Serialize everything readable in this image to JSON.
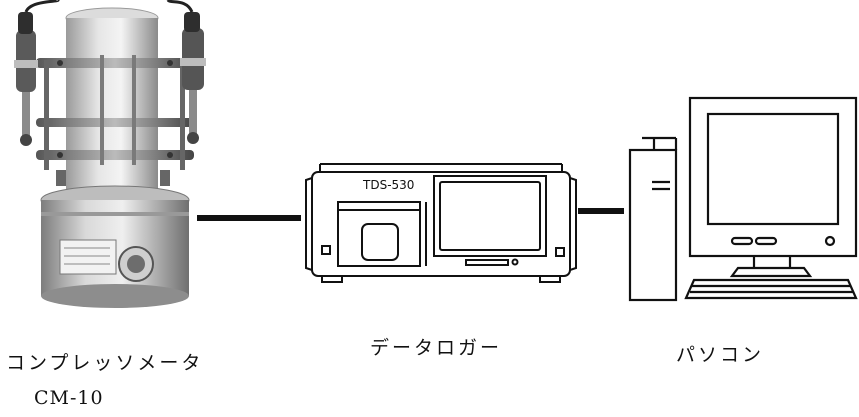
{
  "devices": {
    "compressometer": {
      "name": "コンプレッソメータ",
      "model": "CM-10"
    },
    "datalogger": {
      "name": "データロガー",
      "model_marking": "TDS-530"
    },
    "pc": {
      "name": "パソコン"
    }
  },
  "connections": [
    "compressometer-to-datalogger",
    "datalogger-to-pc"
  ]
}
